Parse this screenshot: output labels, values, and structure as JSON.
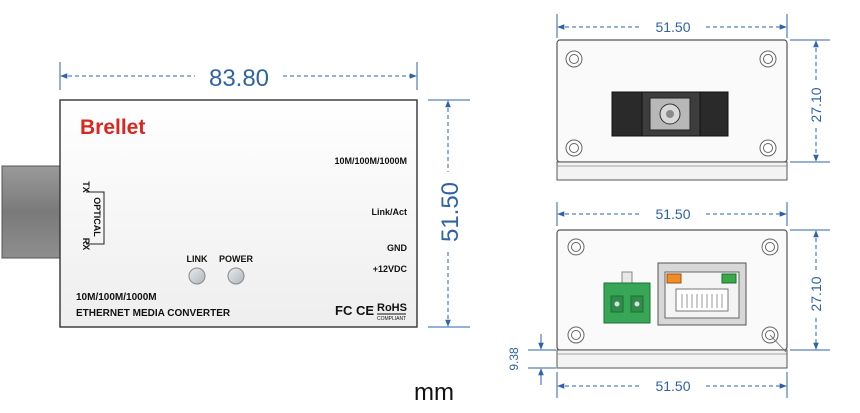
{
  "unit": "mm",
  "brand": "Brellet",
  "front_view": {
    "width_dim": "83.80",
    "height_dim": "51.50",
    "model_label": "10M/100M/1000M",
    "ports": [
      "10M/100M/1000M",
      "Link/Act",
      "GND",
      "+12VDC"
    ],
    "optical_label": "OPTICAL",
    "tx_label": "TX",
    "rx_label": "RX",
    "led_labels": [
      "LINK",
      "POWER"
    ],
    "product_line1": "10M/100M/1000M",
    "product_line2": "ETHERNET MEDIA CONVERTER",
    "cert_fc": "FC",
    "cert_ce": "CE",
    "cert_rohs": "RoHS",
    "cert_compliant": "COMPLIANT"
  },
  "top_view": {
    "width_dim": "51.50",
    "height_dim": "27.10"
  },
  "bottom_view": {
    "width_dim_top": "51.50",
    "height_dim": "27.10",
    "offset_dim": "9.38",
    "width_dim_bottom": "51.50"
  },
  "colors": {
    "dimension": "#2e63a8",
    "brand": "#d6281f",
    "terminal_green": "#37a657",
    "led_orange": "#f28c28",
    "led_green": "#3aa84a"
  }
}
